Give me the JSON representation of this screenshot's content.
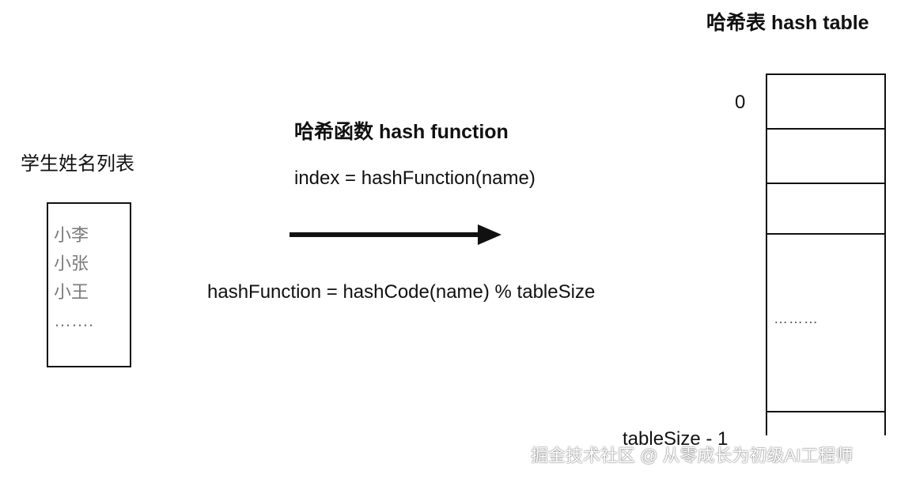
{
  "student_list": {
    "title": "学生姓名列表",
    "items": [
      "小李",
      "小张",
      "小王",
      "……."
    ]
  },
  "hash_function": {
    "title": "哈希函数 hash function",
    "index_formula": "index = hashFunction(name)",
    "definition": "hashFunction = hashCode(name) % tableSize"
  },
  "hash_table": {
    "title": "哈希表 hash table",
    "first_index": "0",
    "last_index": "tableSize - 1",
    "ellipsis": "………"
  },
  "watermark": "掘金技术社区 @ 从零成长为初级AI工程师"
}
